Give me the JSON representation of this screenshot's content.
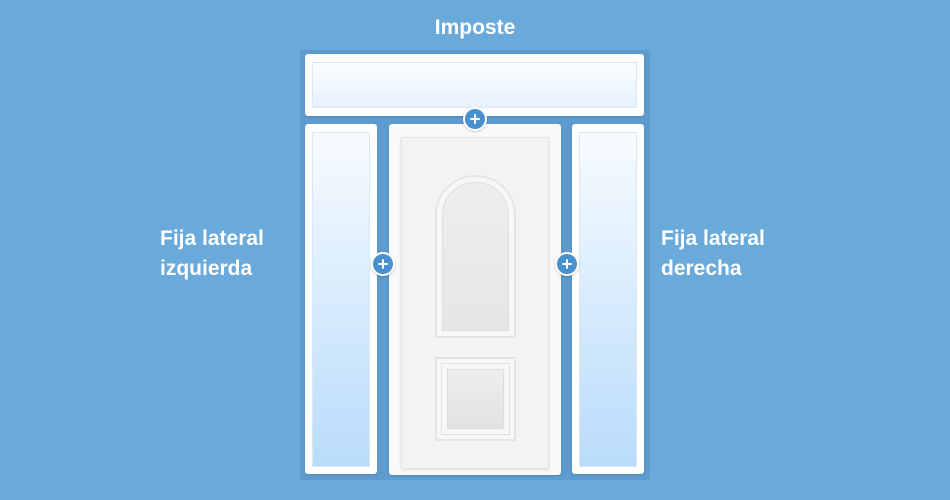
{
  "labels": {
    "top": "Imposte",
    "left_line1": "Fija lateral",
    "left_line2": "izquierda",
    "right_line1": "Fija lateral",
    "right_line2": "derecha"
  },
  "icons": {
    "add_top": "plus-icon",
    "add_left": "plus-icon",
    "add_right": "plus-icon"
  },
  "colors": {
    "background": "#6aaadb",
    "frame": "#5e9ccf",
    "button": "#4a90cd"
  }
}
